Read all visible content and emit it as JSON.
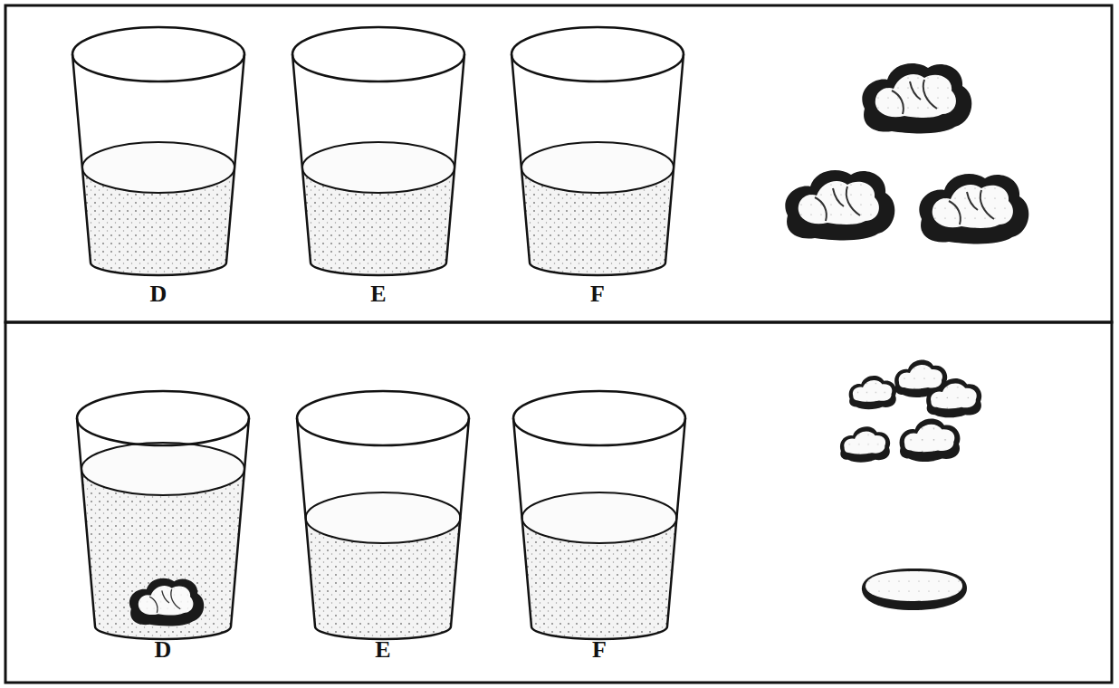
{
  "diagram": {
    "labels": [
      "D",
      "E",
      "F",
      "D",
      "E",
      "F"
    ]
  }
}
